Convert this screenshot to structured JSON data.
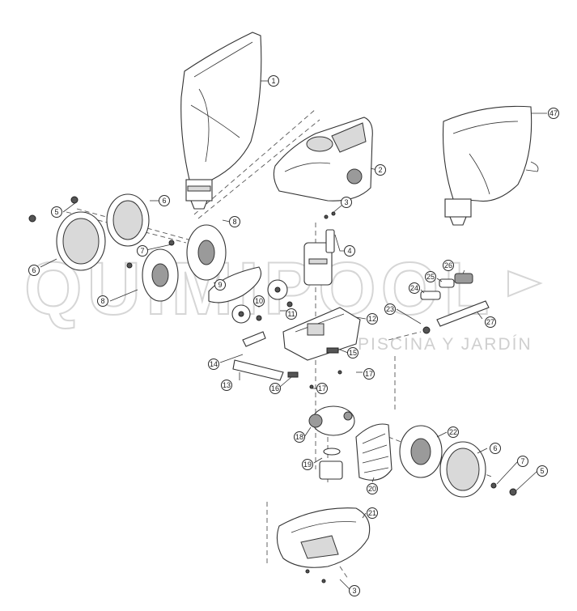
{
  "watermark": {
    "brand": "QUIMIPOOL",
    "tagline": "PISCINA Y JARDÍN"
  },
  "callouts": [
    {
      "label": "1"
    },
    {
      "label": "2"
    },
    {
      "label": "3"
    },
    {
      "label": "4"
    },
    {
      "label": "5"
    },
    {
      "label": "6"
    },
    {
      "label": "6"
    },
    {
      "label": "7"
    },
    {
      "label": "8"
    },
    {
      "label": "8"
    },
    {
      "label": "9"
    },
    {
      "label": "10"
    },
    {
      "label": "11"
    },
    {
      "label": "12"
    },
    {
      "label": "13"
    },
    {
      "label": "14"
    },
    {
      "label": "15"
    },
    {
      "label": "16"
    },
    {
      "label": "17"
    },
    {
      "label": "17"
    },
    {
      "label": "18"
    },
    {
      "label": "19"
    },
    {
      "label": "20"
    },
    {
      "label": "21"
    },
    {
      "label": "22"
    },
    {
      "label": "23"
    },
    {
      "label": "24"
    },
    {
      "label": "25"
    },
    {
      "label": "26"
    },
    {
      "label": "27"
    },
    {
      "label": "47"
    },
    {
      "label": "6"
    },
    {
      "label": "7"
    },
    {
      "label": "5"
    },
    {
      "label": "3"
    }
  ]
}
